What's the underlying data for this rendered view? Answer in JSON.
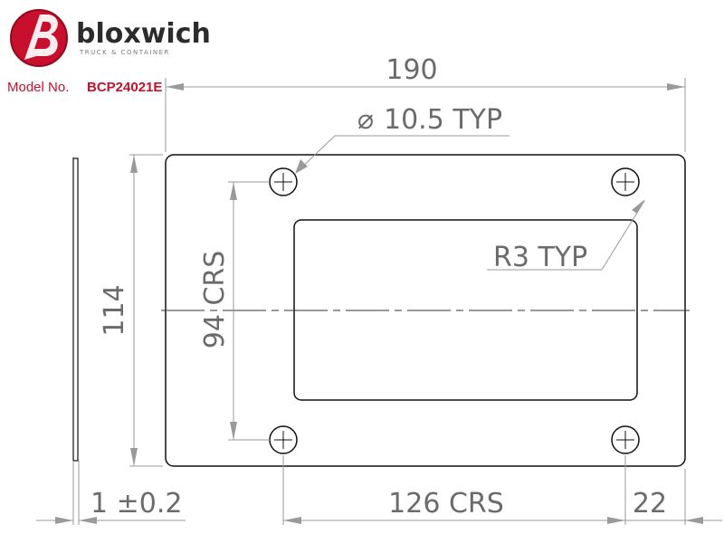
{
  "brand": {
    "name": "bloxwich",
    "tagline": "TRUCK & CONTAINER",
    "colors": {
      "red": "#c8102e",
      "text": "#2b2b2b"
    }
  },
  "model": {
    "label": "Model No.",
    "number": "BCP24021E"
  },
  "dimensions": {
    "overall_width": "190",
    "overall_height": "114",
    "hole_diameter": "10.5 TYP",
    "diameter_symbol": "⌀",
    "corner_radius": "R3 TYP",
    "vertical_centers": "94 CRS",
    "horizontal_centers": "126 CRS",
    "edge_offset": "22",
    "thickness": "1 ±0.2"
  }
}
